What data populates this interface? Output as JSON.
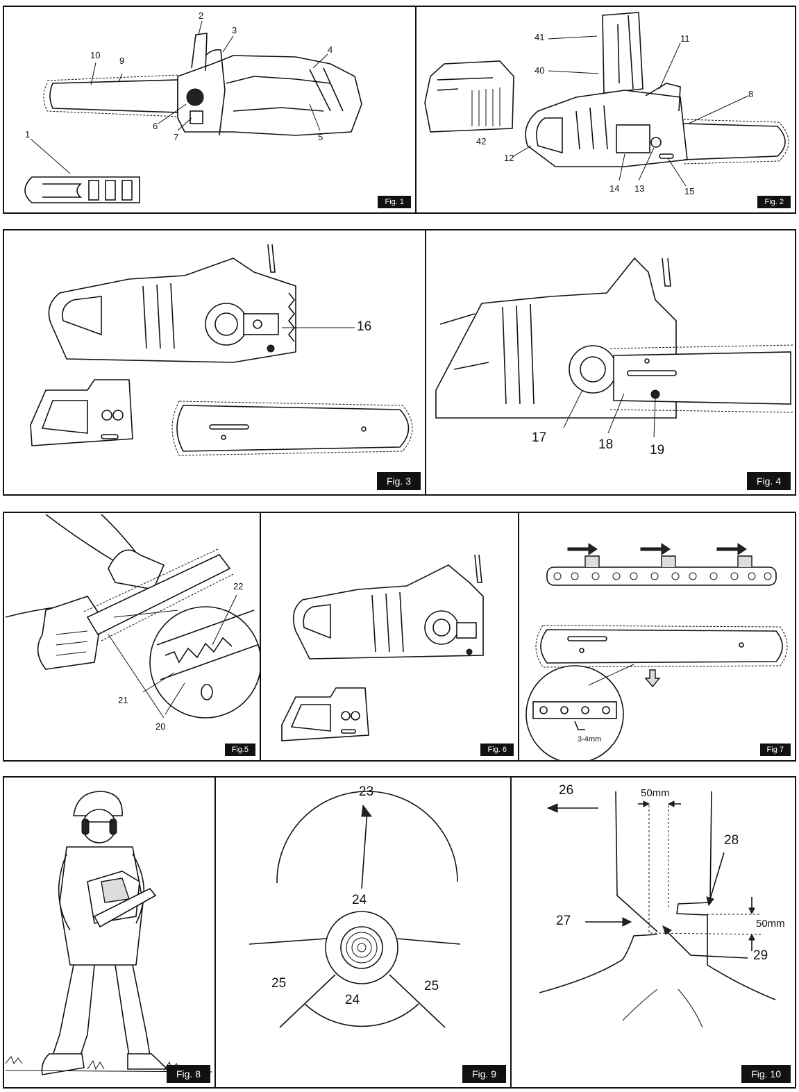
{
  "figures": {
    "fig1": {
      "label": "Fig. 1",
      "callouts": [
        "1",
        "2",
        "3",
        "4",
        "5",
        "6",
        "7",
        "9",
        "10"
      ]
    },
    "fig2": {
      "label": "Fig. 2",
      "callouts": [
        "8",
        "11",
        "12",
        "13",
        "14",
        "15",
        "40",
        "41",
        "42"
      ]
    },
    "fig3": {
      "label": "Fig. 3",
      "callouts": [
        "16"
      ]
    },
    "fig4": {
      "label": "Fig. 4",
      "callouts": [
        "17",
        "18",
        "19"
      ]
    },
    "fig5": {
      "label": "Fig.5",
      "callouts": [
        "20",
        "21",
        "22"
      ]
    },
    "fig6": {
      "label": "Fig. 6"
    },
    "fig7": {
      "label": "Fig 7",
      "dimension": "3-4mm"
    },
    "fig8": {
      "label": "Fig. 8"
    },
    "fig9": {
      "label": "Fig. 9",
      "callouts": [
        "23",
        "24",
        "24",
        "25",
        "25"
      ]
    },
    "fig10": {
      "label": "Fig. 10",
      "callouts": [
        "26",
        "27",
        "28",
        "29"
      ],
      "dim_width": "50mm",
      "dim_height": "50mm"
    }
  }
}
